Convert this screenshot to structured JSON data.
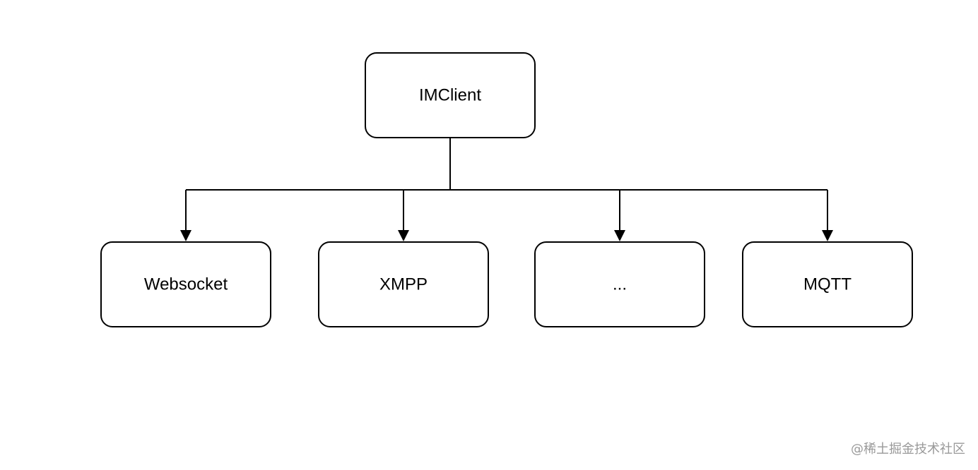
{
  "diagram": {
    "root": {
      "id": "imclient",
      "label": "IMClient"
    },
    "children": [
      {
        "id": "websocket",
        "label": "Websocket"
      },
      {
        "id": "xmpp",
        "label": "XMPP"
      },
      {
        "id": "ellipsis",
        "label": "..."
      },
      {
        "id": "mqtt",
        "label": "MQTT"
      }
    ]
  },
  "watermark": "@稀土掘金技术社区"
}
